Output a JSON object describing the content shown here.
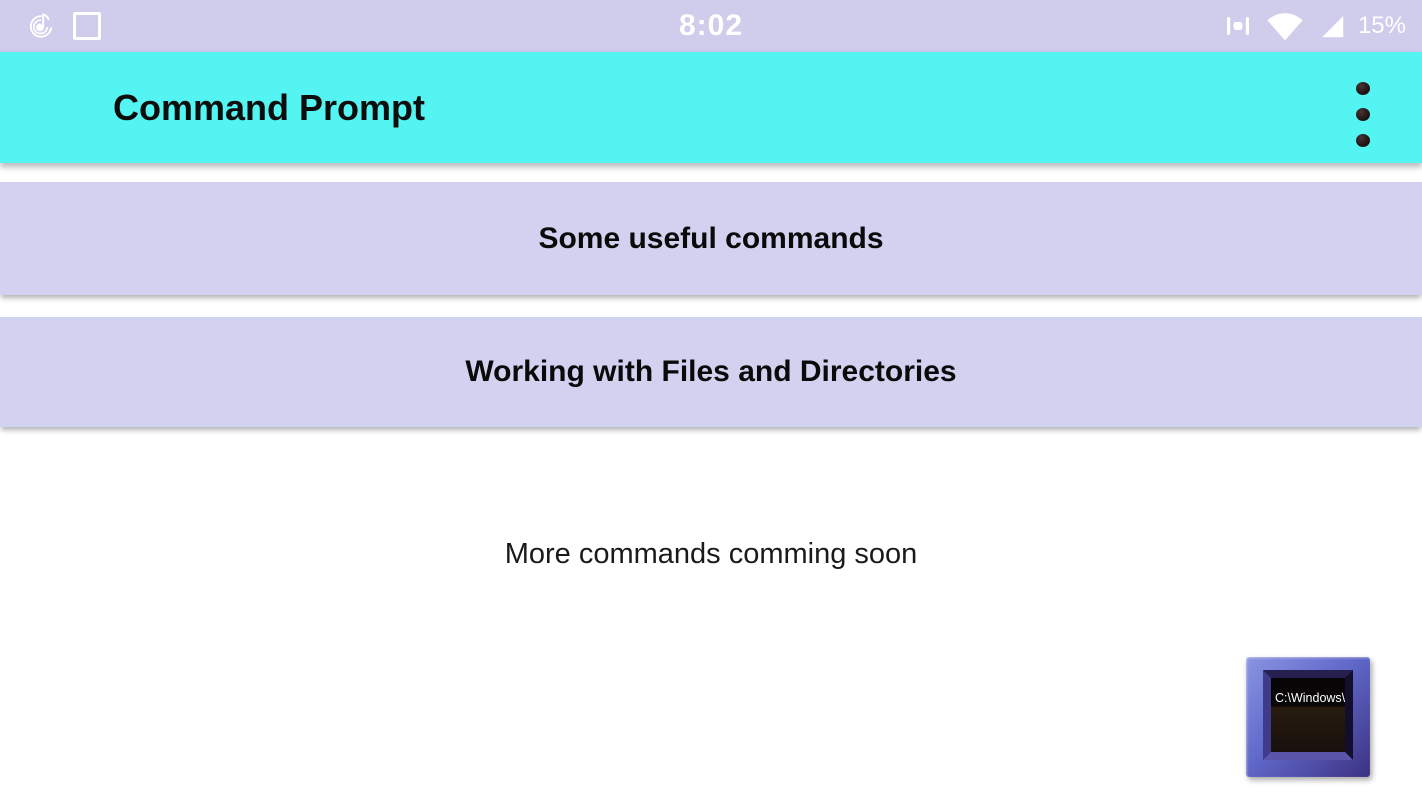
{
  "status_bar": {
    "time": "8:02",
    "battery_percent": "15%",
    "icons": {
      "left_1": "music-note-spiral-icon",
      "left_2": "square-outline-icon",
      "right_1": "vibrate-icon",
      "right_2": "wifi-icon",
      "right_3": "cell-signal-icon"
    }
  },
  "app_bar": {
    "title": "Command Prompt",
    "overflow_menu": "three-dot-vertical-menu-icon"
  },
  "cards": [
    {
      "label": "Some useful commands"
    },
    {
      "label": "Working with Files and Directories"
    }
  ],
  "body": {
    "coming_soon_text": "More commands comming soon"
  },
  "prompt_image": {
    "screen_text": "C:\\Windows\\"
  },
  "colors": {
    "status_bar_bg": "#cfccec",
    "app_bar_bg": "#53f4f1",
    "card_bg": "#d3d1f0",
    "page_bg": "#ffffff",
    "text_dark": "#0d0d0d",
    "status_icon_color": "#ffffff",
    "prompt_frame_light": "#8a95e2",
    "prompt_frame_dark": "#3c3282"
  }
}
